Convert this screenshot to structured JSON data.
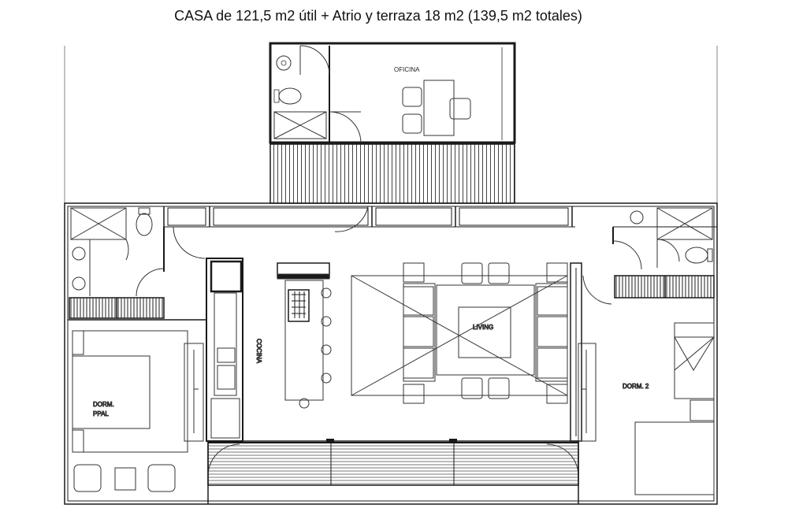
{
  "title": "CASA de 121,5 m2 útil + Atrio y terraza 18 m2 (139,5 m2 totales)",
  "rooms": {
    "oficina": "OFICINA",
    "cocina": "COCINA",
    "living": "LIVING",
    "dorm_ppal_line1": "DORM.",
    "dorm_ppal_line2": "PPAL",
    "dorm2": "DORM. 2"
  },
  "colors": {
    "wall": "#1a1a1a",
    "line": "#333333",
    "deck": "#444444",
    "background": "#ffffff"
  }
}
